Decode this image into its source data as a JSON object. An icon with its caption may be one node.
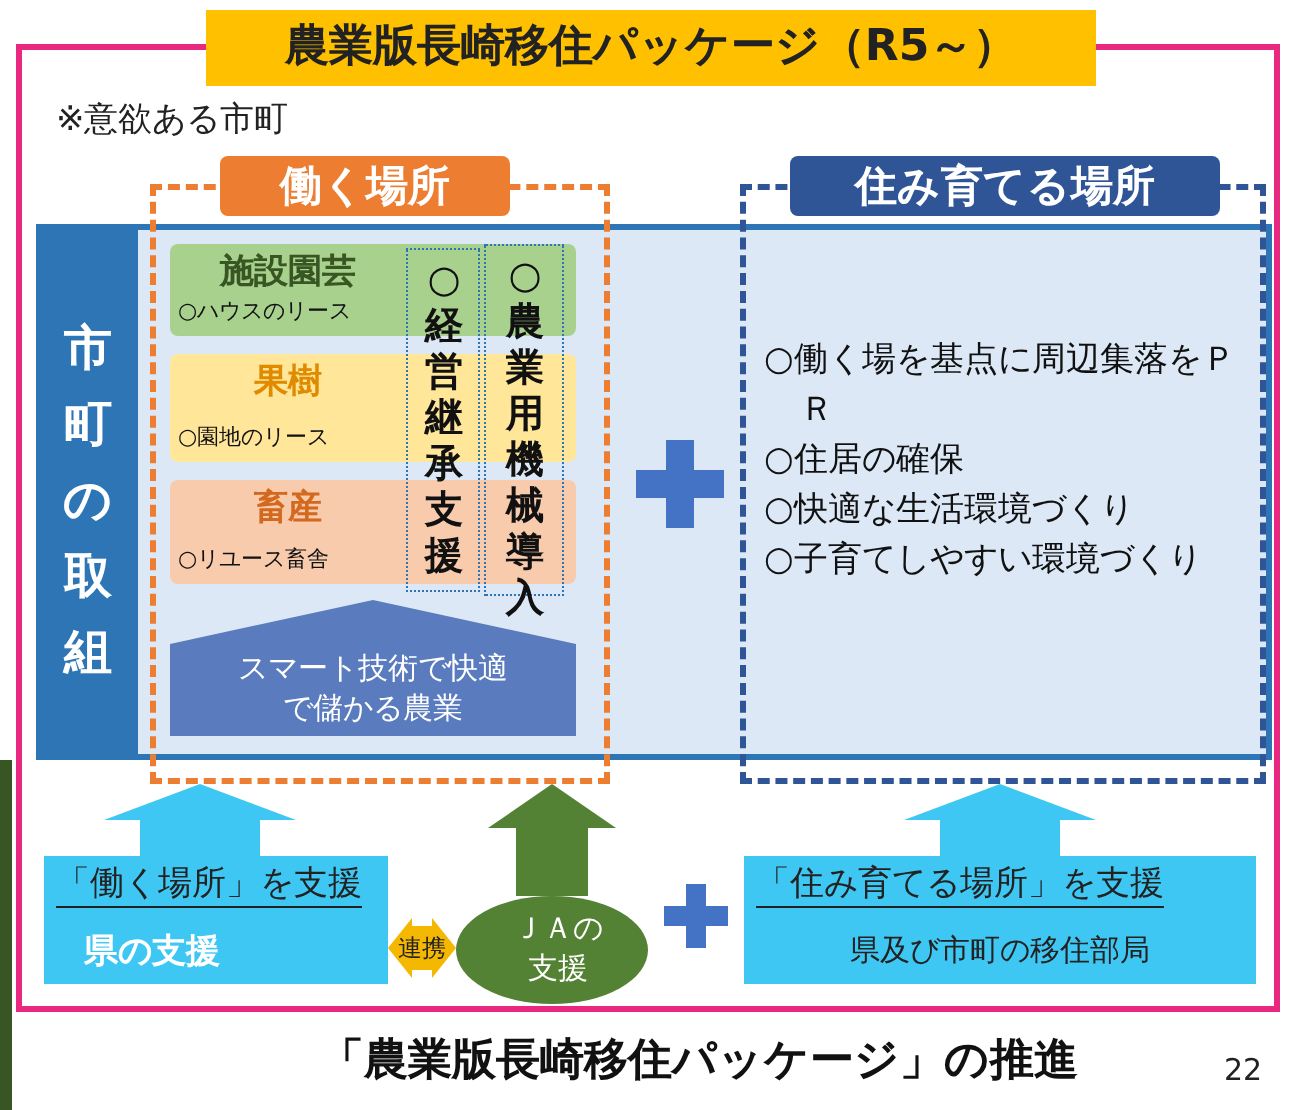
{
  "diagram": {
    "title": "農業版長崎移住パッケージ（R5～）",
    "caption": "「農業版長崎移住パッケージ」の推進",
    "nodes": [
      {
        "text": [
          "市町の取組"
        ]
      },
      {
        "text": [
          "働く場所"
        ]
      },
      {
        "text": [
          "施設園芸",
          "○ハウスのリース"
        ],
        "in": 1
      },
      {
        "text": [
          "果樹",
          "○園地のリース"
        ],
        "in": 1
      },
      {
        "text": [
          "畜産",
          "○リユース畜舎"
        ],
        "in": 1
      },
      {
        "text": [
          "○経営継承支援"
        ],
        "in": 1
      },
      {
        "text": [
          "○農業用機械導入"
        ],
        "in": 1
      },
      {
        "text": [
          "スマート技術で快適で儲かる農業"
        ],
        "in": 1
      },
      {
        "text": [
          "住み育てる場所",
          "○働く場を基点に周辺集落をＰＲ",
          "○住居の確保",
          "○快適な生活環境づくり",
          "○子育てしやすい環境づくり"
        ]
      },
      {
        "text": [
          "「働く場所」を支援",
          "県の支援"
        ]
      },
      {
        "text": [
          "ＪＡの支援"
        ]
      },
      {
        "text": [
          "「住み育てる場所」を支援",
          "県及び市町の移住部局"
        ]
      }
    ],
    "edges": [
      {
        "from": 9,
        "to": 1,
        "arrow": "to"
      },
      {
        "from": 10,
        "to": 1,
        "arrow": "to",
        "color": "#548235"
      },
      {
        "from": 11,
        "to": 8,
        "arrow": "to"
      },
      {
        "from": 9,
        "to": 10,
        "arrow": "both",
        "color": "#f5b800",
        "label": "連携"
      }
    ],
    "labels": [
      "※意欲ある市町",
      "22"
    ]
  }
}
